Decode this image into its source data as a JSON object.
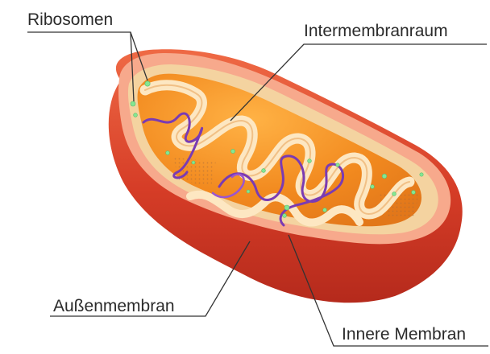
{
  "diagram": {
    "labels": {
      "ribosomes": "Ribosomen",
      "intermembrane_space": "Intermembranraum",
      "outer_membrane": "Außenmembran",
      "inner_membrane": "Innere Membran"
    },
    "colors": {
      "outer_membrane": "#d9472f",
      "outer_rim": "#f6a58a",
      "intermembrane": "#f4d9a8",
      "inner_membrane": "#fdeac6",
      "matrix": "#f08a1e",
      "dna": "#7a3bb3",
      "ribosomes": "#7ee08f",
      "leader_lines": "#333333"
    }
  }
}
